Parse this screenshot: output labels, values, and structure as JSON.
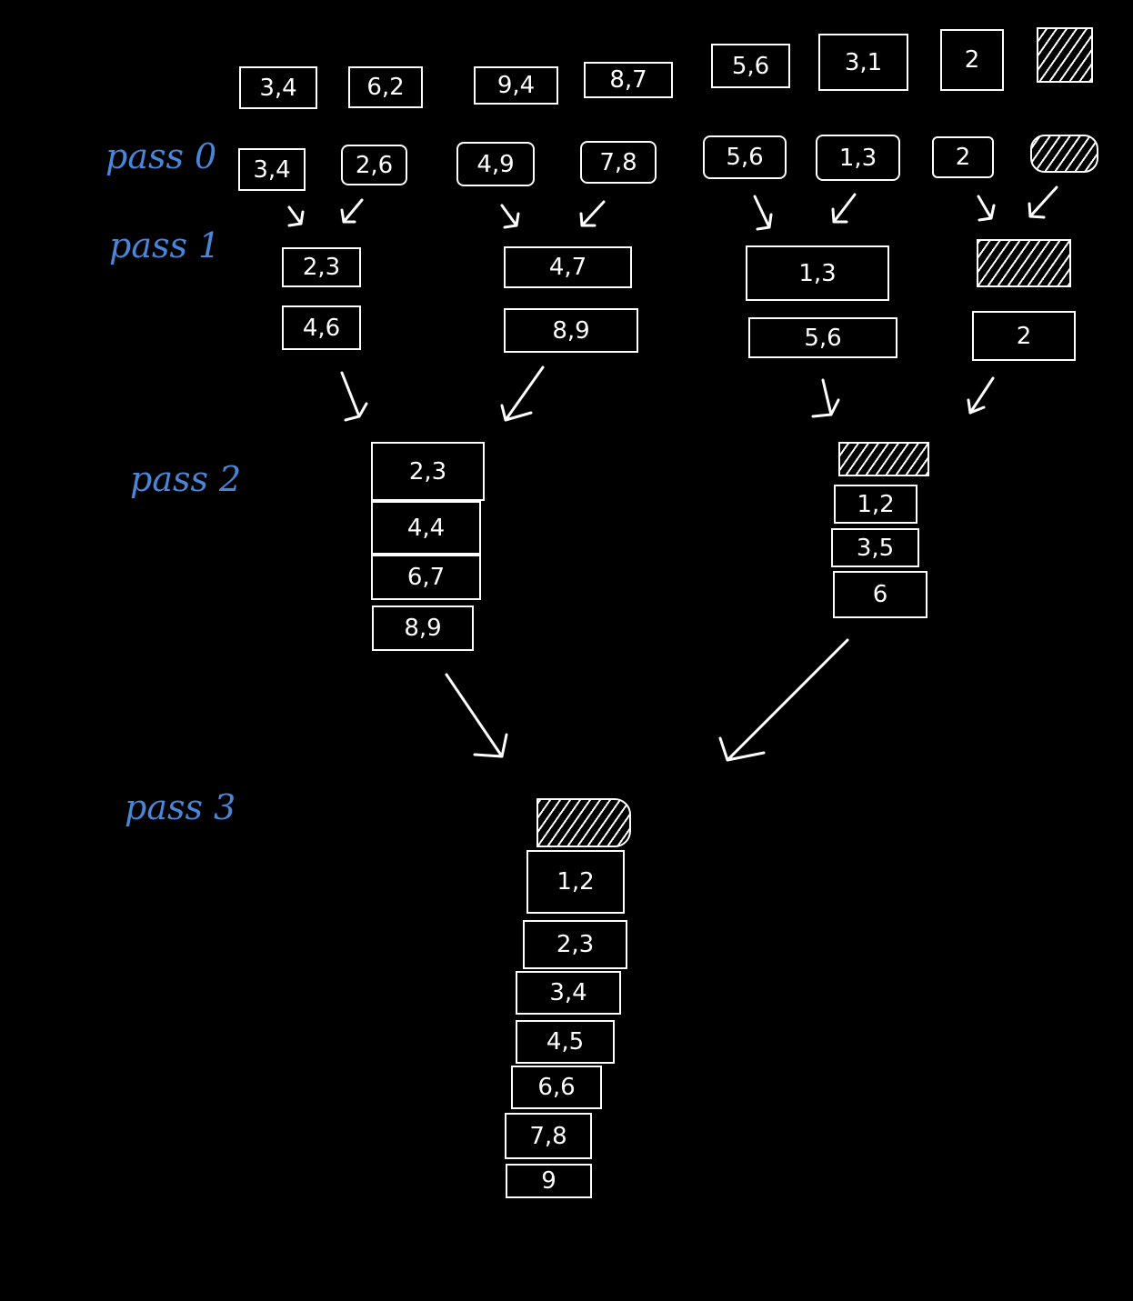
{
  "passes": {
    "p0": "pass 0",
    "p1": "pass 1",
    "p2": "pass 2",
    "p3": "pass 3"
  },
  "input_pages": [
    "3,4",
    "6,2",
    "9,4",
    "8,7",
    "5,6",
    "3,1",
    "2",
    ""
  ],
  "pass0_runs": [
    "3,4",
    "2,6",
    "4,9",
    "7,8",
    "5,6",
    "1,3",
    "2",
    ""
  ],
  "pass1_runs": [
    [
      "2,3",
      "4,6"
    ],
    [
      "4,7",
      "8,9"
    ],
    [
      "1,3",
      "5,6"
    ],
    [
      "",
      "2"
    ]
  ],
  "pass2_runs": [
    [
      "2,3",
      "4,4",
      "6,7",
      "8,9"
    ],
    [
      "",
      "1,2",
      "3,5",
      "6"
    ]
  ],
  "pass3_run": [
    "",
    "1,2",
    "2,3",
    "3,4",
    "4,5",
    "6,6",
    "7,8",
    "9"
  ],
  "styles": {
    "background": "#000000",
    "ink": "#ffffff",
    "label_color": "#4a86d8"
  }
}
